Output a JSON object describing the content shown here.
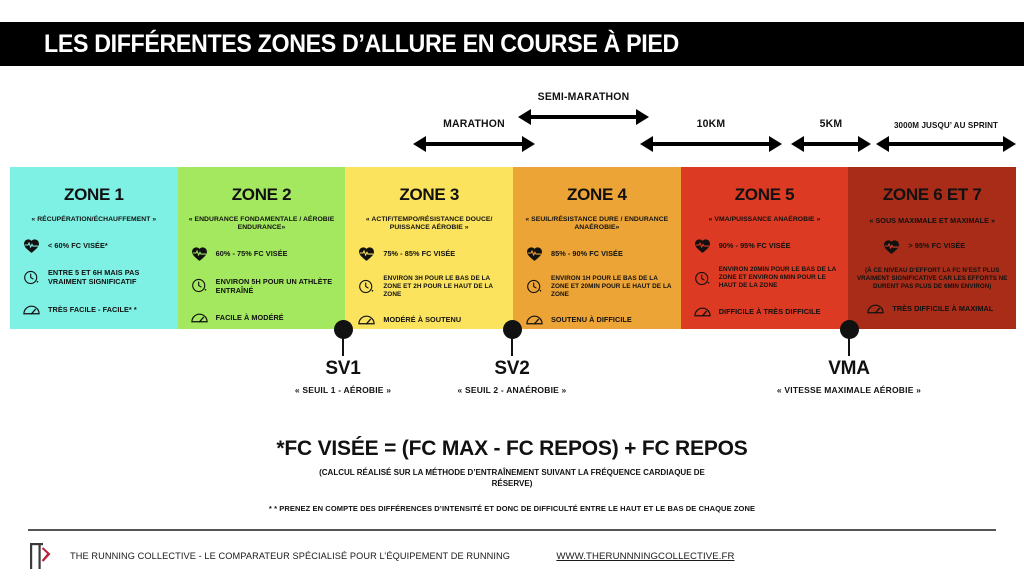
{
  "header": {
    "title": "LES DIFFÉRENTES ZONES D’ALLURE EN COURSE À PIED"
  },
  "race_arrows": [
    {
      "label": "MARATHON"
    },
    {
      "label": "SEMI-MARATHON"
    },
    {
      "label": "10KM"
    },
    {
      "label": "5KM"
    },
    {
      "label": "3000M JUSQU’ AU SPRINT"
    }
  ],
  "zones": [
    {
      "title": "ZONE 1",
      "subtitle": "« RÉCUPÉRATION/ÉCHAUFFEMENT »",
      "hr": "< 60% FC VISÉE*",
      "duration": "ENTRE 5 ET 6H MAIS PAS VRAIMENT SIGNIFICATIF",
      "effort": "TRÈS FACILE - FACILE* *",
      "color": "#7FF0E4"
    },
    {
      "title": "ZONE 2",
      "subtitle": "« ENDURANCE FONDAMENTALE / AÉROBIE ENDURANCE»",
      "hr": "60% - 75% FC VISÉE",
      "duration": "ENVIRON 5H POUR UN ATHLÈTE ENTRAÎNÉ",
      "effort": "FACILE À MODÉRÉ",
      "color": "#A3E85E"
    },
    {
      "title": "ZONE 3",
      "subtitle": "« ACTIF/TEMPO/RÉSISTANCE DOUCE/ PUISSANCE AÉROBIE »",
      "hr": "75% - 85% FC VISÉE",
      "duration": "ENVIRON 3H POUR LE BAS DE LA ZONE ET 2H POUR LE HAUT DE LA ZONE",
      "effort": "MODÉRÉ À SOUTENU",
      "color": "#FBE35D"
    },
    {
      "title": "ZONE 4",
      "subtitle": "« SEUIL/RÉSISTANCE DURE / ENDURANCE ANAÉROBIE»",
      "hr": "85% - 90% FC VISÉE",
      "duration": "ENVIRON 1H POUR LE BAS DE LA ZONE ET 20MIN POUR LE HAUT DE LA ZONE",
      "effort": "SOUTENU À DIFFICILE",
      "color": "#ECA436"
    },
    {
      "title": "ZONE 5",
      "subtitle": "« VMA/PUISSANCE ANAÉROBIE »",
      "hr": "90% - 95% FC VISÉE",
      "duration": "ENVIRON 20MIN POUR LE BAS DE LA ZONE ET ENVIRON 6MIN POUR LE HAUT DE LA ZONE",
      "effort": "DIFFICILE À TRÈS DIFFICILE",
      "color": "#DC3A22"
    },
    {
      "title": "ZONE 6 ET 7",
      "subtitle": "« SOUS MAXIMALE ET MAXIMALE »",
      "hr": "> 95% FC VISÉE",
      "duration": "(À CE NIVEAU D’EFFORT LA FC N’EST PLUS VRAIMENT SIGNIFICATIVE CAR LES EFFORTS NE DURENT PAS PLUS DE 6MIN ENVIRON)",
      "effort": "TRÈS DIFFICILE À MAXIMAL",
      "color": "#A82C17"
    }
  ],
  "thresholds": [
    {
      "name": "SV1",
      "desc": "« SEUIL 1 - AÉROBIE »"
    },
    {
      "name": "SV2",
      "desc": "« SEUIL 2 - ANAÉROBIE »"
    },
    {
      "name": "VMA",
      "desc": "« VITESSE MAXIMALE AÉROBIE »"
    }
  ],
  "formula": {
    "main": "*FC VISÉE = (FC MAX - FC REPOS) + FC REPOS",
    "note": "(CALCUL RÉALISÉ SUR LA MÉTHODE D’ENTRAÎNEMENT SUIVANT LA FRÉQUENCE CARDIAQUE DE RÉSERVE)",
    "footnote": "* * PRENEZ EN COMPTE DES DIFFÉRENCES D’INTENSITÉ ET DONC DE DIFFICULTÉ ENTRE LE HAUT ET LE BAS DE CHAQUE ZONE"
  },
  "footer": {
    "credit": "THE RUNNING COLLECTIVE - LE COMPARATEUR SPÉCIALISÉ POUR L’ÉQUIPEMENT DE RUNNING",
    "url": "WWW.THERUNNNINGCOLLECTIVE.FR"
  }
}
